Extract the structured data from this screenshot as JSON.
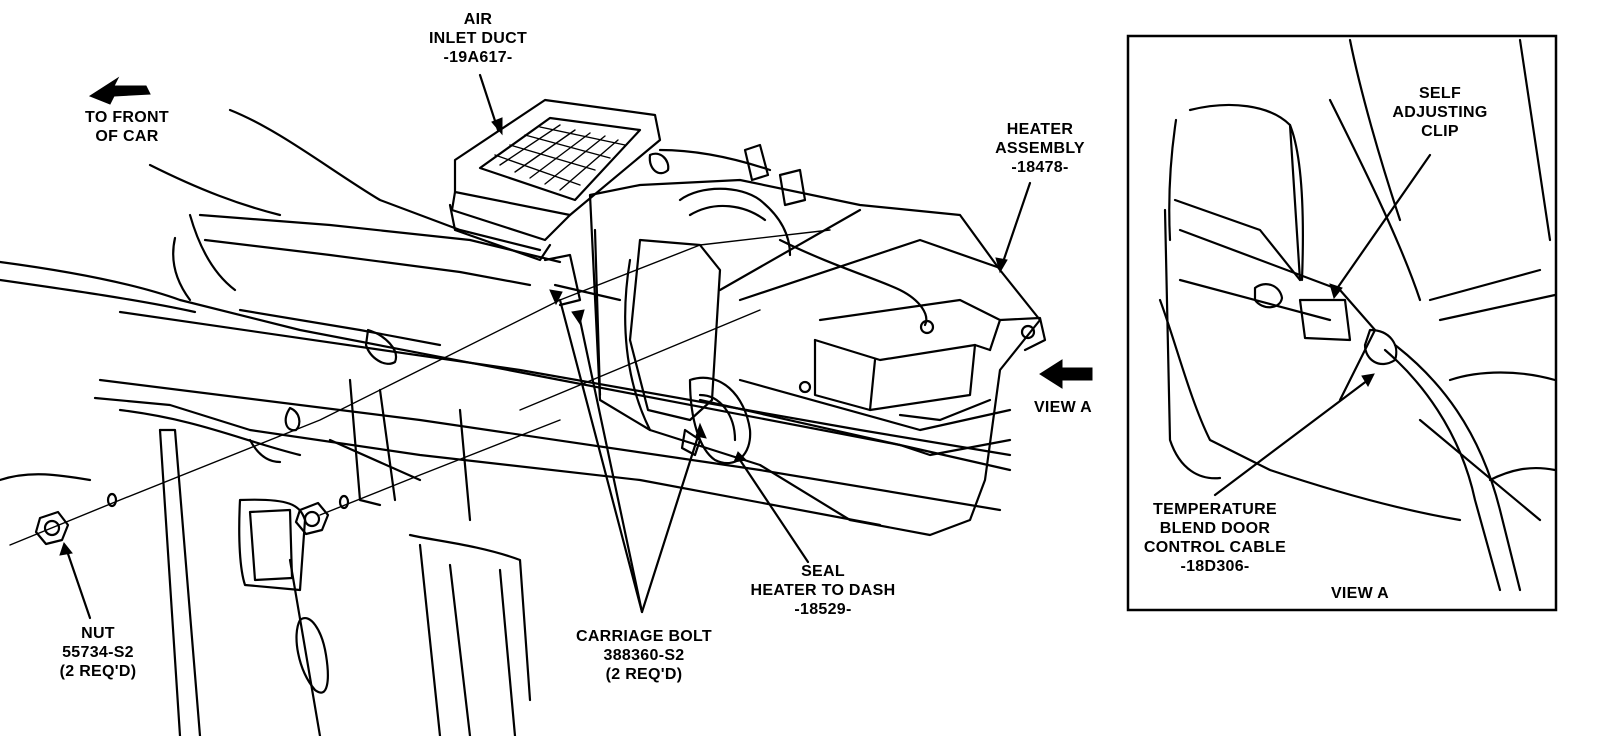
{
  "labels": {
    "to_front": {
      "line1": "TO FRONT",
      "line2": "OF CAR"
    },
    "air_inlet": {
      "line1": "AIR",
      "line2": "INLET DUCT",
      "line3": "-19A617-"
    },
    "heater_assembly": {
      "line1": "HEATER",
      "line2": "ASSEMBLY",
      "line3": "-18478-"
    },
    "view_a_pointer": "VIEW A",
    "seal": {
      "line1": "SEAL",
      "line2": "HEATER TO DASH",
      "line3": "-18529-"
    },
    "carriage_bolt": {
      "line1": "CARRIAGE BOLT",
      "line2": "388360-S2",
      "line3": "(2 REQ'D)"
    },
    "nut": {
      "line1": "NUT",
      "line2": "55734-S2",
      "line3": "(2 REQ'D)"
    },
    "self_clip": {
      "line1": "SELF",
      "line2": "ADJUSTING",
      "line3": "CLIP"
    },
    "temp_cable": {
      "line1": "TEMPERATURE",
      "line2": "BLEND DOOR",
      "line3": "CONTROL CABLE",
      "line4": "-18D306-"
    },
    "view_a_inset": "VIEW A"
  },
  "colors": {
    "ink": "#000000",
    "paper": "#ffffff"
  }
}
